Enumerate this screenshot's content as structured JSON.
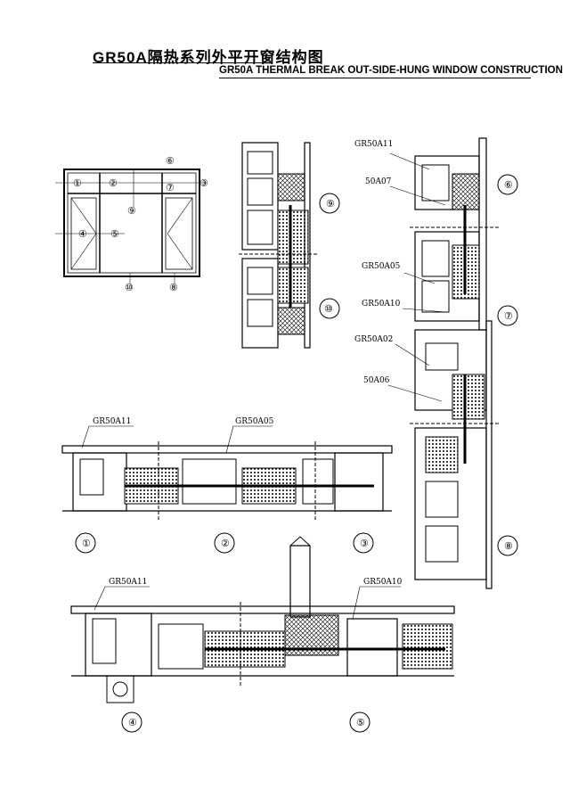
{
  "header": {
    "title_cn": "GR50A隔热系列外平开窗结构图",
    "title_en": "GR50A THERMAL BREAK OUT-SIDE-HUNG WINDOW CONSTRUCTION"
  },
  "elevation": {
    "markers": [
      "①",
      "②",
      "③",
      "④",
      "⑤",
      "⑥",
      "⑦",
      "⑧",
      "⑨",
      "⑩"
    ]
  },
  "profiles": {
    "gr50a11": "GR50A11",
    "gr50a07": "50A07",
    "gr50a05": "GR50A05",
    "gr50a10": "GR50A10",
    "gr50a02": "GR50A02",
    "gr50a06": "50A06"
  },
  "sections": {
    "s1": "①",
    "s2": "②",
    "s3": "③",
    "s4": "④",
    "s5": "⑤",
    "s6": "⑥",
    "s7": "⑦",
    "s8": "⑧",
    "s9": "⑨",
    "s10": "⑩"
  }
}
